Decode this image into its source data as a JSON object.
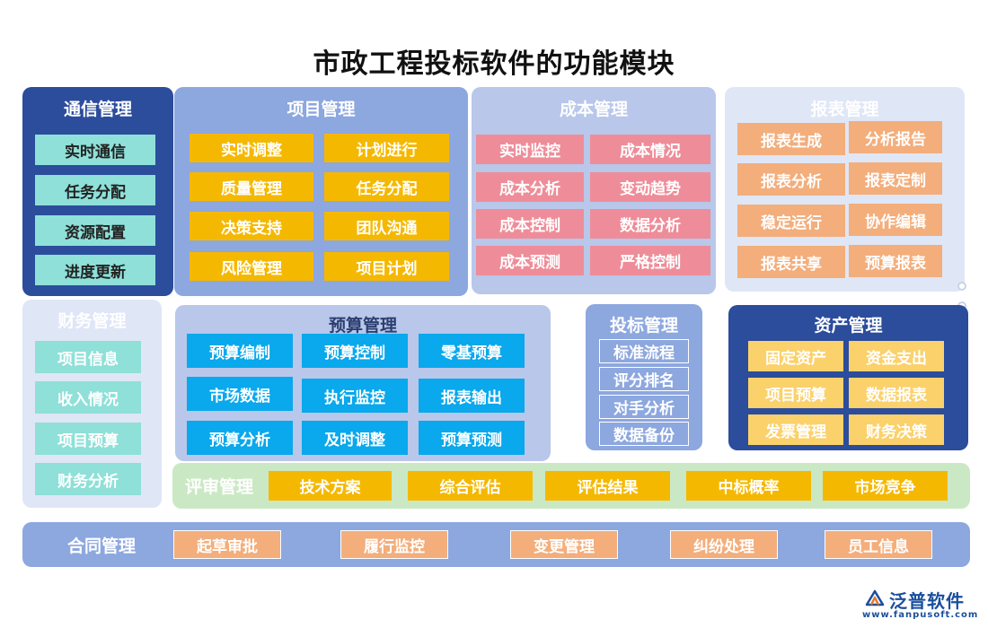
{
  "title": "市政工程投标软件的功能模块",
  "colors": {
    "navy": "#2c4c9c",
    "periwinkle": "#8da7df",
    "lavender": "#b8c7ea",
    "pale": "#dfe6f6",
    "cyan_item": "#8ee0d8",
    "yellow_item": "#f5b800",
    "pink_item": "#ee8d99",
    "orange_item": "#f3ae7c",
    "blue_item": "#0aa8ec",
    "gold_item": "#fbd16b",
    "green_bar": "#cbe8c4",
    "contract_item": "#f3ae7c"
  },
  "panels": {
    "comm": {
      "title": "通信管理",
      "items": [
        "实时通信",
        "任务分配",
        "资源配置",
        "进度更新"
      ]
    },
    "project": {
      "title": "项目管理",
      "items": [
        "实时调整",
        "计划进行",
        "质量管理",
        "任务分配",
        "决策支持",
        "团队沟通",
        "风险管理",
        "项目计划"
      ]
    },
    "cost": {
      "title": "成本管理",
      "items": [
        "实时监控",
        "成本情况",
        "成本分析",
        "变动趋势",
        "成本控制",
        "数据分析",
        "成本预测",
        "严格控制"
      ]
    },
    "report": {
      "title": "报表管理",
      "items": [
        "报表生成",
        "分析报告",
        "报表分析",
        "报表定制",
        "稳定运行",
        "协作编辑",
        "报表共享",
        "预算报表"
      ]
    },
    "finance": {
      "title": "财务管理",
      "items": [
        "项目信息",
        "收入情况",
        "项目预算",
        "财务分析"
      ]
    },
    "budget": {
      "title": "预算管理",
      "items": [
        "预算编制",
        "预算控制",
        "零基预算",
        "市场数据",
        "执行监控",
        "报表输出",
        "预算分析",
        "及时调整",
        "预算预测"
      ]
    },
    "bid": {
      "title": "投标管理",
      "items": [
        "标准流程",
        "评分排名",
        "对手分析",
        "数据备份"
      ]
    },
    "asset": {
      "title": "资产管理",
      "items": [
        "固定资产",
        "资金支出",
        "项目预算",
        "数据报表",
        "发票管理",
        "财务决策"
      ]
    },
    "review": {
      "title": "评审管理",
      "items": [
        "技术方案",
        "综合评估",
        "评估结果",
        "中标概率",
        "市场竞争"
      ]
    },
    "contract": {
      "title": "合同管理",
      "items": [
        "起草审批",
        "履行监控",
        "变更管理",
        "纠纷处理",
        "员工信息"
      ]
    }
  },
  "brand": {
    "name": "泛普软件",
    "url": "www.fanpusoft.com",
    "logo": "fanpu-logo-icon"
  }
}
